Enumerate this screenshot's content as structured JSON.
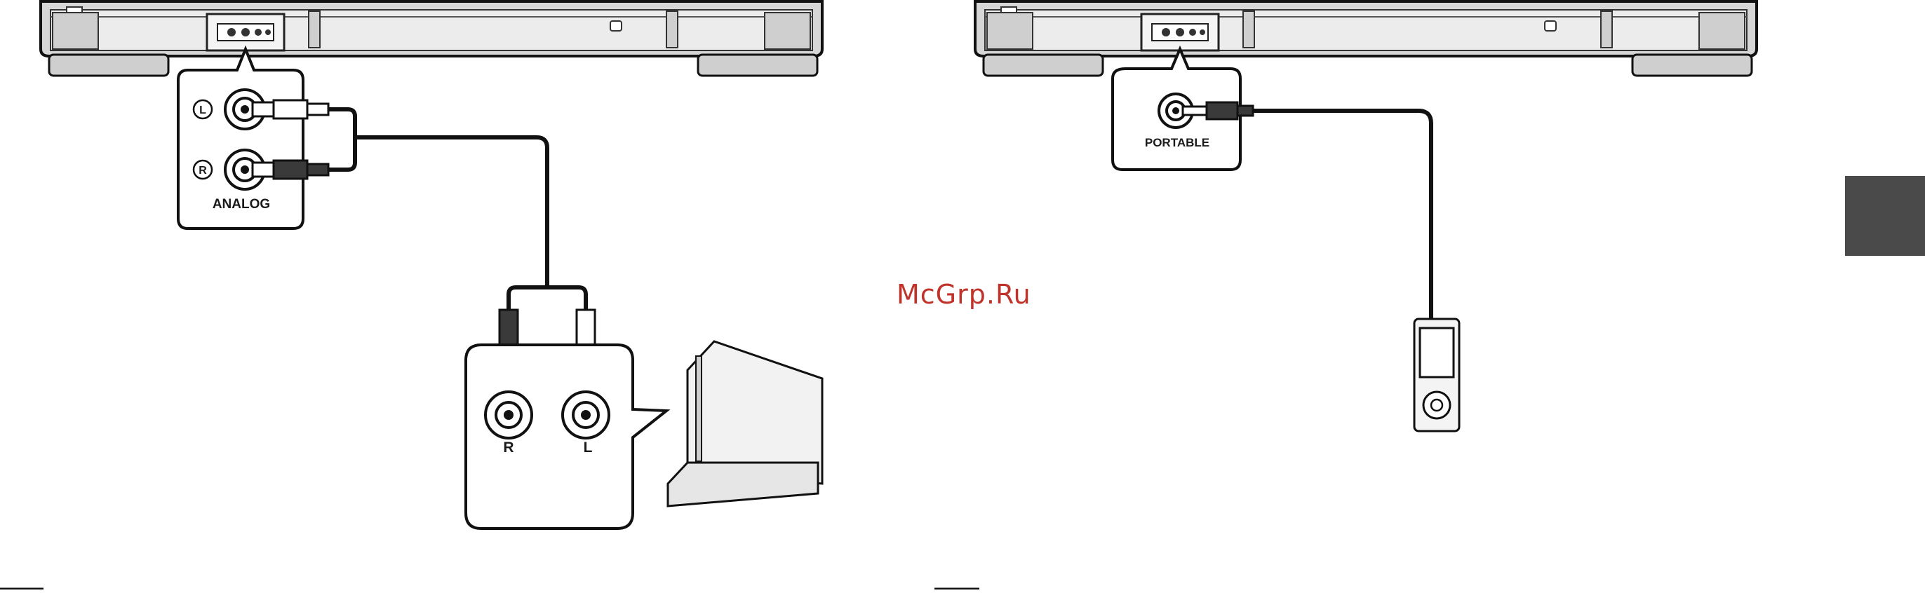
{
  "left_diagram": {
    "port_panel": {
      "caption": "ANALOG",
      "jack_top_tag": "L",
      "jack_bottom_tag": "R"
    },
    "source_panel": {
      "jack_left_label": "R",
      "jack_right_label": "L"
    },
    "source_device": "game-console"
  },
  "right_diagram": {
    "port_panel": {
      "caption": "PORTABLE"
    },
    "source_device": "portable-media-player"
  },
  "watermark": {
    "text": "McGrp.Ru",
    "color": "#c0332b"
  },
  "side_tab": {
    "color": "#4a4a4a"
  }
}
